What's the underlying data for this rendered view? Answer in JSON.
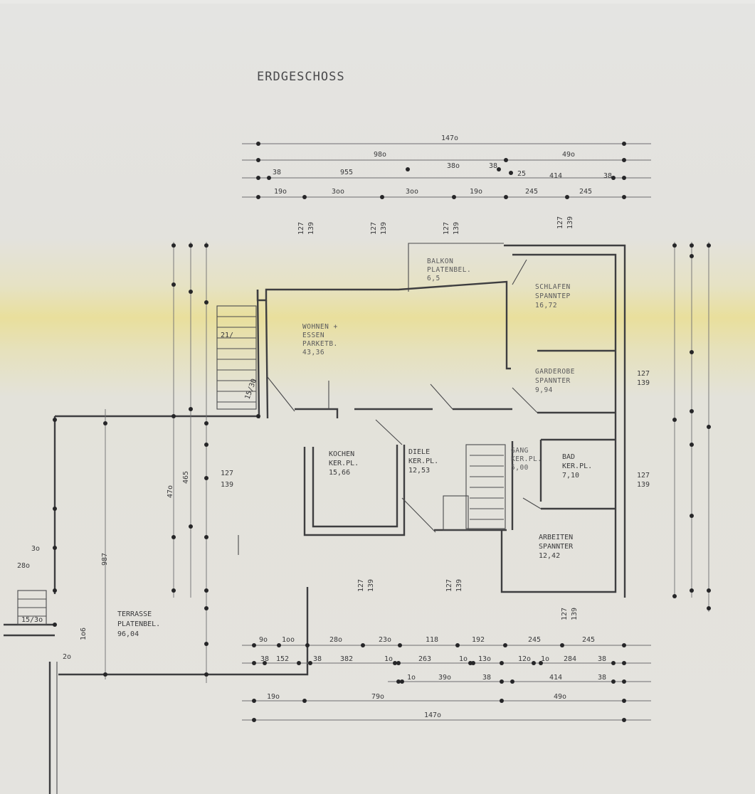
{
  "title": "ERDGESCHOSS",
  "rooms": [
    {
      "id": "balkon",
      "lines": [
        "BALKON",
        "PLATENBEL.",
        "6,5"
      ]
    },
    {
      "id": "schlafen",
      "lines": [
        "SCHLAFEN",
        "SPANNTEP",
        "16,72"
      ]
    },
    {
      "id": "wohnen",
      "lines": [
        "WOHNEN +",
        "ESSEN",
        "PARKETB.",
        "43,36"
      ]
    },
    {
      "id": "garderobe",
      "lines": [
        "GARDEROBE",
        "SPANNTER",
        "9,94"
      ]
    },
    {
      "id": "kochen",
      "lines": [
        "KOCHEN",
        "KER.PL.",
        "15,66"
      ]
    },
    {
      "id": "diele",
      "lines": [
        "DIELE",
        "KER.PL.",
        "12,53"
      ]
    },
    {
      "id": "gang",
      "lines": [
        "GANG",
        "KER.PL.",
        "5,00"
      ]
    },
    {
      "id": "bad",
      "lines": [
        "BAD",
        "KER.PL.",
        "7,10"
      ]
    },
    {
      "id": "arbeiten",
      "lines": [
        "ARBEITEN",
        "SPANNTER",
        "12,42"
      ]
    },
    {
      "id": "terrasse",
      "lines": [
        "TERRASSE",
        "PLATENBEL.",
        "96,04"
      ]
    }
  ],
  "dims_top": {
    "row1": [
      "147o"
    ],
    "row2": [
      "98o",
      "49o"
    ],
    "row3": [
      "38",
      "955",
      "38o",
      "38",
      "25",
      "414",
      "38"
    ],
    "row4": [
      "19o",
      "3oo",
      "3oo",
      "19o",
      "245",
      "245"
    ]
  },
  "dims_bottom": {
    "row1": [
      "9o",
      "1oo",
      "28o",
      "23o",
      "118",
      "192",
      "245",
      "245"
    ],
    "row2": [
      "38",
      "152",
      "38",
      "382",
      "1o",
      "263",
      "1o",
      "13o",
      "12o",
      "1o",
      "284",
      "38"
    ],
    "row3": [
      "1o",
      "39o",
      "38",
      "414",
      "38"
    ],
    "row4": [
      "19o",
      "79o",
      "49o"
    ],
    "row5": [
      "147o"
    ]
  },
  "openings": [
    "127",
    "139"
  ],
  "stair_marks": [
    "21/",
    "15/30",
    "15/3o"
  ],
  "misc_marks": [
    "2o",
    "987",
    "465",
    "47o",
    "28o",
    "3o",
    "1o6"
  ]
}
